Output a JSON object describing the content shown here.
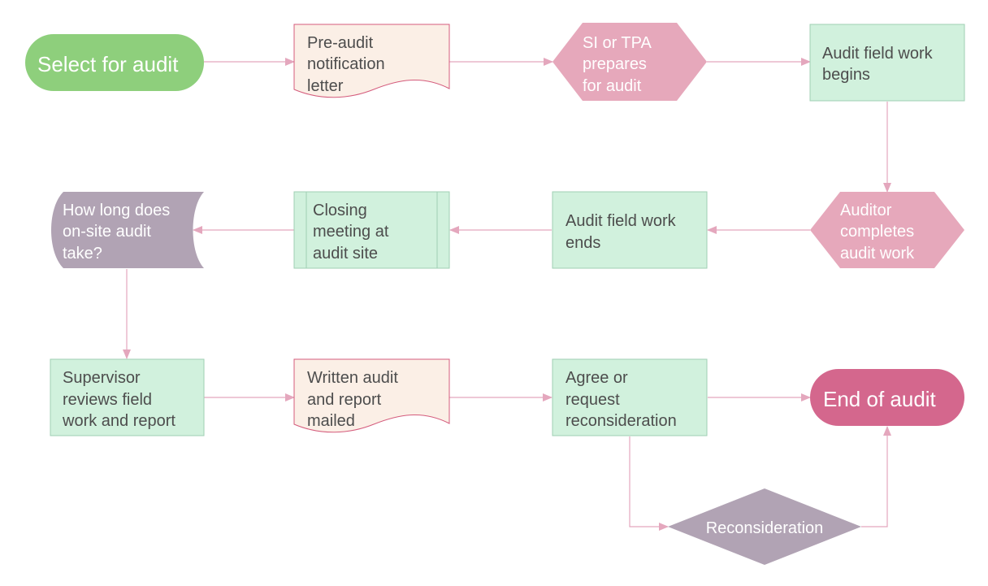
{
  "colors": {
    "connector": "#e4a7bd",
    "terminal_start": "#8ecf7c",
    "terminal_end": "#d4678d",
    "document_fill": "#fbefe6",
    "document_stroke": "#d45b7c",
    "process_fill": "#d1f1dd",
    "process_stroke": "#9fcfb3",
    "preparation": "#e6a8bb",
    "decision": "#b1a3b4",
    "dark_text": "#4d4d4d",
    "light_text": "#ffffff"
  },
  "nodes": {
    "select_for_audit": {
      "lines": [
        "Select for audit"
      ],
      "shape": "terminal"
    },
    "pre_audit_letter": {
      "lines": [
        "Pre-audit",
        "notification",
        "letter"
      ],
      "shape": "document"
    },
    "si_tpa_prepares": {
      "lines": [
        "SI or TPA",
        "prepares",
        "for audit"
      ],
      "shape": "preparation"
    },
    "field_work_begins": {
      "lines": [
        "Audit field work",
        "begins"
      ],
      "shape": "process"
    },
    "auditor_completes": {
      "lines": [
        "Auditor",
        "completes",
        "audit work"
      ],
      "shape": "preparation"
    },
    "field_work_ends": {
      "lines": [
        "Audit field work",
        "ends"
      ],
      "shape": "process"
    },
    "closing_meeting": {
      "lines": [
        "Closing",
        "meeting at",
        "audit site"
      ],
      "shape": "predefined-process"
    },
    "how_long": {
      "lines": [
        "How long does",
        "on-site audit",
        "take?"
      ],
      "shape": "stored-data"
    },
    "supervisor_reviews": {
      "lines": [
        "Supervisor",
        "reviews field",
        "work and report"
      ],
      "shape": "process"
    },
    "written_report": {
      "lines": [
        "Written audit",
        "and report",
        "mailed"
      ],
      "shape": "document"
    },
    "agree_or_request": {
      "lines": [
        "Agree or",
        "request",
        "reconsideration"
      ],
      "shape": "process"
    },
    "end_of_audit": {
      "lines": [
        "End of audit"
      ],
      "shape": "terminal"
    },
    "reconsideration": {
      "lines": [
        "Reconsideration"
      ],
      "shape": "decision"
    }
  }
}
